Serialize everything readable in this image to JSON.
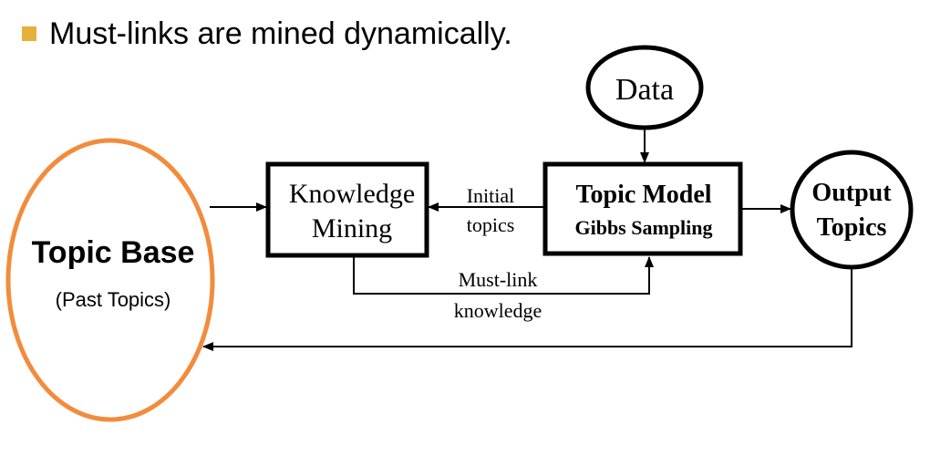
{
  "bullet": {
    "text": "Must-links are mined dynamically.",
    "marker_color": "#E5B13A"
  },
  "nodes": {
    "data": {
      "label": "Data"
    },
    "knowledge_mining": {
      "line1": "Knowledge",
      "line2": "Mining"
    },
    "topic_model": {
      "line1": "Topic Model",
      "line2": "Gibbs Sampling"
    },
    "output_topics": {
      "line1": "Output",
      "line2": "Topics"
    },
    "topic_base": {
      "title": "Topic Base",
      "subtitle": "(Past Topics)",
      "color": "#F28C3C"
    }
  },
  "edge_labels": {
    "initial_topics": {
      "line1": "Initial",
      "line2": "topics"
    },
    "must_link_knowledge": {
      "line1": "Must-link",
      "line2": "knowledge"
    }
  }
}
